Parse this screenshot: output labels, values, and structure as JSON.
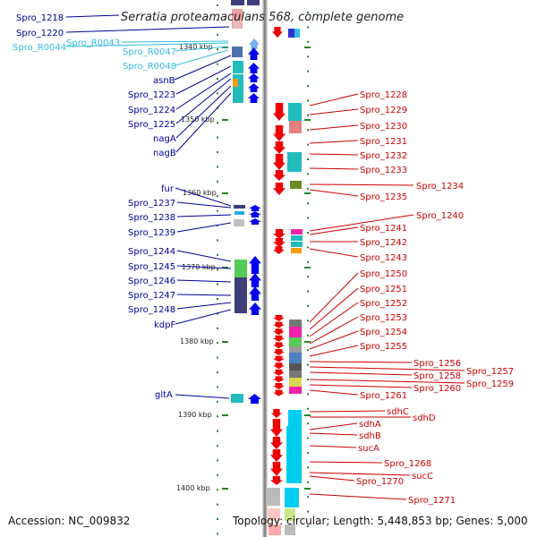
{
  "title": "Serratia proteamaculans 568, complete genome",
  "footer": {
    "accession": "Accession: NC_009832",
    "summary": "Topology: circular; Length: 5,448,853 bp; Genes: 5,000"
  },
  "colors": {
    "forward_arrow": "#0000ee",
    "reverse_arrow": "#ee0000",
    "forward_label": "#000099",
    "reverse_label": "#cc0000",
    "rna_label": "#33bbdd",
    "scale_tick": "#228822",
    "backbone": "#888888"
  },
  "kbp_marks": [
    {
      "label": "1340 kbp"
    },
    {
      "label": "1350 kbp"
    },
    {
      "label": "1360 kbp"
    },
    {
      "label": "1370 kbp"
    },
    {
      "label": "1380 kbp"
    },
    {
      "label": "1390 kbp"
    },
    {
      "label": "1400 kbp"
    }
  ],
  "left_labels": [
    {
      "text": "Spro_1218",
      "kind": "gene"
    },
    {
      "text": "Spro_1220",
      "kind": "gene"
    },
    {
      "text": "Spro_R0043",
      "kind": "rna"
    },
    {
      "text": "Spro_R0044",
      "kind": "rna"
    },
    {
      "text": "Spro_R0047",
      "kind": "rna"
    },
    {
      "text": "Spro_R0048",
      "kind": "rna"
    },
    {
      "text": "asnB",
      "kind": "gene"
    },
    {
      "text": "Spro_1223",
      "kind": "gene"
    },
    {
      "text": "Spro_1224",
      "kind": "gene"
    },
    {
      "text": "Spro_1225",
      "kind": "gene"
    },
    {
      "text": "nagA",
      "kind": "gene"
    },
    {
      "text": "nagB",
      "kind": "gene"
    },
    {
      "text": "fur",
      "kind": "gene"
    },
    {
      "text": "Spro_1237",
      "kind": "gene"
    },
    {
      "text": "Spro_1238",
      "kind": "gene"
    },
    {
      "text": "Spro_1239",
      "kind": "gene"
    },
    {
      "text": "Spro_1244",
      "kind": "gene"
    },
    {
      "text": "Spro_1245",
      "kind": "gene"
    },
    {
      "text": "Spro_1246",
      "kind": "gene"
    },
    {
      "text": "Spro_1247",
      "kind": "gene"
    },
    {
      "text": "Spro_1248",
      "kind": "gene"
    },
    {
      "text": "kdpF",
      "kind": "gene"
    },
    {
      "text": "gltA",
      "kind": "gene"
    }
  ],
  "right_labels": [
    {
      "text": "Spro_1228"
    },
    {
      "text": "Spro_1229"
    },
    {
      "text": "Spro_1230"
    },
    {
      "text": "Spro_1231"
    },
    {
      "text": "Spro_1232"
    },
    {
      "text": "Spro_1233"
    },
    {
      "text": "Spro_1234"
    },
    {
      "text": "Spro_1235"
    },
    {
      "text": "Spro_1240"
    },
    {
      "text": "Spro_1241"
    },
    {
      "text": "Spro_1242"
    },
    {
      "text": "Spro_1243"
    },
    {
      "text": "Spro_1250"
    },
    {
      "text": "Spro_1251"
    },
    {
      "text": "Spro_1252"
    },
    {
      "text": "Spro_1253"
    },
    {
      "text": "Spro_1254"
    },
    {
      "text": "Spro_1255"
    },
    {
      "text": "Spro_1256"
    },
    {
      "text": "Spro_1257"
    },
    {
      "text": "Spro_1258"
    },
    {
      "text": "Spro_1259"
    },
    {
      "text": "Spro_1260"
    },
    {
      "text": "Spro_1261"
    },
    {
      "text": "sdhC"
    },
    {
      "text": "sdhD"
    },
    {
      "text": "sdhA"
    },
    {
      "text": "sdhB"
    },
    {
      "text": "sucA"
    },
    {
      "text": "Spro_1268"
    },
    {
      "text": "sucC"
    },
    {
      "text": "Spro_1270"
    },
    {
      "text": "Spro_1271"
    }
  ]
}
